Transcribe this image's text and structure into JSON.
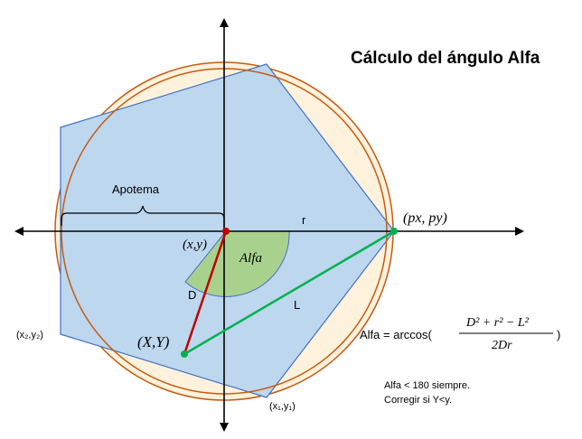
{
  "title": "Cálculo del ángulo Alfa",
  "labels": {
    "apotema": "Apotema",
    "r": "r",
    "xy": "(x,y)",
    "alfa": "Alfa",
    "d": "D",
    "l": "L",
    "px_py": "(px, py)",
    "X_Y": "(X,Y)",
    "x2y2": "(x₂,y₂)",
    "x1y1": "(x₁,y₁)"
  },
  "formula": {
    "lhs": "Alfa = arccos(",
    "numerator": "D² + r² − L²",
    "denominator": "2Dr",
    "rhs": ")"
  },
  "notes": {
    "line1": "Alfa < 180  siempre.",
    "line2": "Corregir si Y<y."
  },
  "colors": {
    "polygon_fill": "#bdd7ee",
    "polygon_stroke": "#4472c4",
    "outer_circle_fill": "#fff2dc",
    "circle_stroke": "#c55a11",
    "angle_sector": "#a9d18e",
    "line_d": "#c00000",
    "line_l": "#00b050"
  }
}
